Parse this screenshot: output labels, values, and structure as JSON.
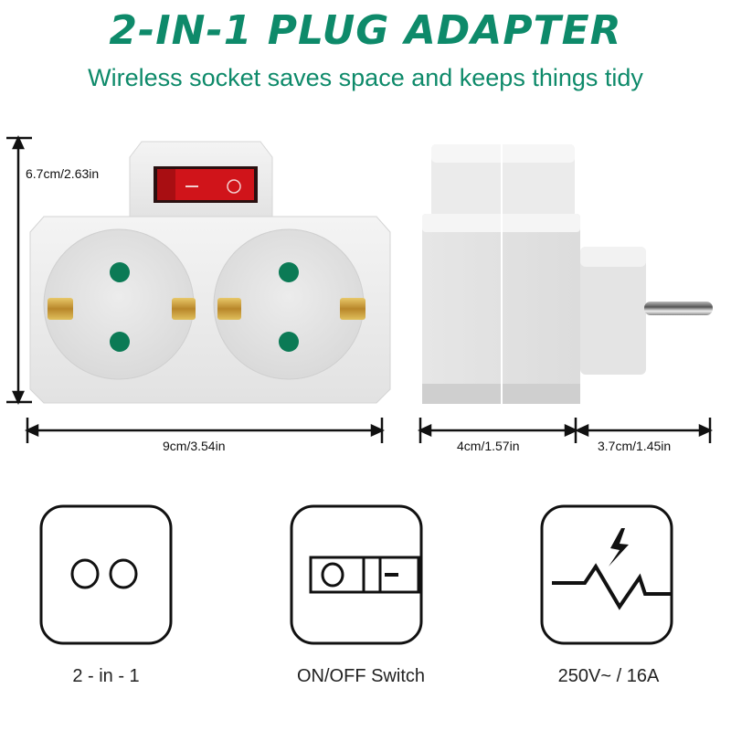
{
  "header": {
    "title": "2-IN-1 PLUG ADAPTER",
    "subtitle": "Wireless socket saves space and keeps things tidy"
  },
  "colors": {
    "brand_green": "#0e8a6a",
    "switch_red": "#d0141a",
    "socket_hole_green": "#0b7a55",
    "contact_gold": "#c9a23a",
    "body_white": "#eeeeee"
  },
  "dimensions": {
    "front_height": "6.7cm/2.63in",
    "front_width": "9cm/3.54in",
    "side_depth": "4cm/1.57in",
    "plug_length": "3.7cm/1.45in"
  },
  "front_view": {
    "switch_symbols": [
      "—",
      "O"
    ],
    "socket_count": 2
  },
  "features": [
    {
      "icon": "dual-socket-icon",
      "label": "2 - in - 1"
    },
    {
      "icon": "rocker-switch-icon",
      "label": "ON/OFF Switch"
    },
    {
      "icon": "voltage-spike-icon",
      "label": "250V~ / 16A"
    }
  ]
}
